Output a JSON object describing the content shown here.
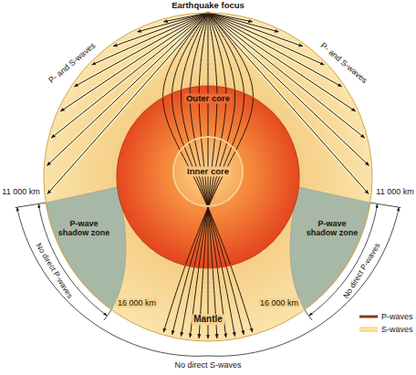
{
  "diagram": {
    "nodes": [
      {
        "text": [
          "Mantle"
        ]
      },
      {
        "text": [
          "Outer core"
        ],
        "in": 0
      },
      {
        "text": [
          "Inner core"
        ],
        "in": 1
      },
      {
        "text": [
          "P-wave shadow zone"
        ],
        "in": 0
      },
      {
        "text": [
          "P-wave shadow zone"
        ],
        "in": 0
      }
    ],
    "labels": [
      "Earthquake focus",
      "P- and S-waves",
      "P- and S-waves",
      "11 000 km",
      "11 000 km",
      "No direct P-waves",
      "No direct P-waves",
      "16 000 km",
      "16 000 km",
      "No direct S-waves"
    ],
    "legend": [
      {
        "text": "P-waves"
      },
      {
        "text": "S-waves"
      }
    ]
  }
}
